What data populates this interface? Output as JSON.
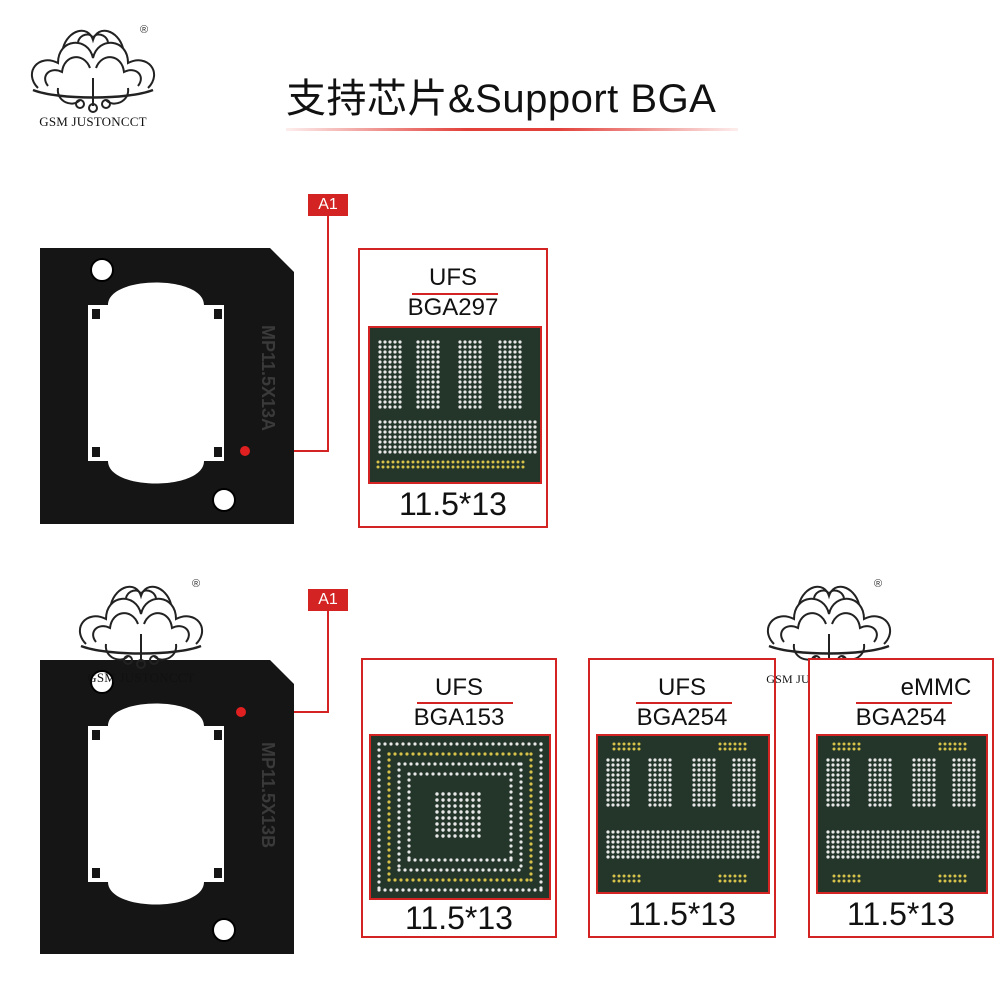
{
  "header": {
    "title": "支持芯片&Support BGA",
    "brand": "GSM JUSTONCCT",
    "registered": "®"
  },
  "colors": {
    "accent": "#d32323",
    "socket": "#151515",
    "pcb": "#24362a",
    "ball": "#e8e8e8",
    "gold": "#d7c24a"
  },
  "sockets": [
    {
      "marker": "A1",
      "engraving": "MP11.5X13A"
    },
    {
      "marker": "A1",
      "engraving": "MP11.5X13B"
    }
  ],
  "chips": [
    {
      "type": "UFS",
      "package": "BGA297",
      "size": "11.5*13"
    },
    {
      "type": "UFS",
      "package": "BGA153",
      "size": "11.5*13"
    },
    {
      "type": "UFS",
      "package": "BGA254",
      "size": "11.5*13"
    },
    {
      "type": "eMMC",
      "package": "BGA254",
      "size": "11.5*13"
    }
  ]
}
